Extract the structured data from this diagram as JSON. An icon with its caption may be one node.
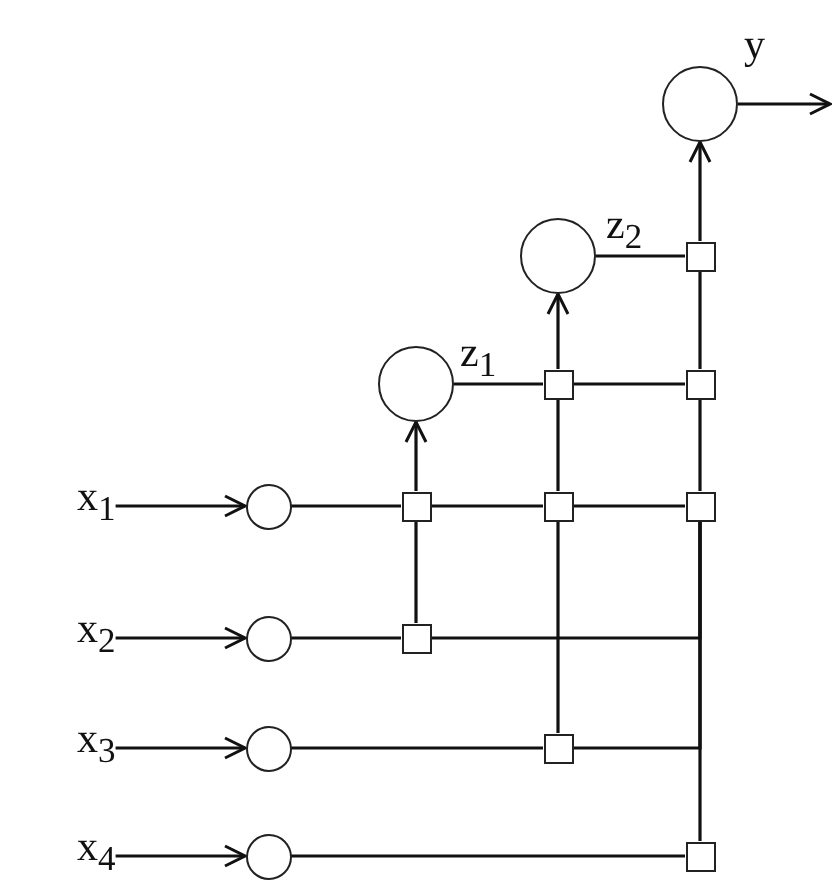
{
  "diagram": {
    "nodes": [
      {
        "text": [],
        "shape": "circle",
        "beside": [
          "y"
        ]
      },
      {
        "text": [],
        "shape": "circle",
        "beside": [
          "z$_{2}$"
        ]
      },
      {
        "text": [],
        "shape": "box"
      },
      {
        "text": [],
        "shape": "circle",
        "beside": [
          "z$_{1}$"
        ]
      },
      {
        "text": [],
        "shape": "box"
      },
      {
        "text": [],
        "shape": "box"
      },
      {
        "text": [
          "x$_{1}$"
        ]
      },
      {
        "text": [],
        "shape": "circle"
      },
      {
        "text": [],
        "shape": "box"
      },
      {
        "text": [],
        "shape": "box"
      },
      {
        "text": [],
        "shape": "box"
      },
      {
        "text": [
          "x$_{2}$"
        ]
      },
      {
        "text": [],
        "shape": "circle"
      },
      {
        "text": [],
        "shape": "box"
      },
      {
        "text": [
          "x$_{3}$"
        ]
      },
      {
        "text": [],
        "shape": "circle"
      },
      {
        "text": [],
        "shape": "box"
      },
      {
        "text": [
          "x$_{4}$"
        ]
      },
      {
        "text": [],
        "shape": "circle"
      },
      {
        "text": [],
        "shape": "box"
      }
    ],
    "edges": [
      {
        "from": 6,
        "to": 7,
        "arrow": "to"
      },
      {
        "from": 11,
        "to": 12,
        "arrow": "to"
      },
      {
        "from": 14,
        "to": 15,
        "arrow": "to"
      },
      {
        "from": 17,
        "to": 18,
        "arrow": "to"
      },
      {
        "from": 7,
        "to": 8,
        "arrow": "none"
      },
      {
        "from": 8,
        "to": 9,
        "arrow": "none"
      },
      {
        "from": 9,
        "to": 10,
        "arrow": "none"
      },
      {
        "from": 12,
        "to": 13,
        "arrow": "none"
      },
      {
        "from": 13,
        "to": 10,
        "arrow": "none"
      },
      {
        "from": 15,
        "to": 16,
        "arrow": "none"
      },
      {
        "from": 16,
        "to": 10,
        "arrow": "none"
      },
      {
        "from": 18,
        "to": 19,
        "arrow": "none"
      },
      {
        "from": 13,
        "to": 8,
        "arrow": "none"
      },
      {
        "from": 8,
        "to": 3,
        "arrow": "to"
      },
      {
        "from": 16,
        "to": 9,
        "arrow": "none"
      },
      {
        "from": 9,
        "to": 4,
        "arrow": "none"
      },
      {
        "from": 4,
        "to": 1,
        "arrow": "to"
      },
      {
        "from": 19,
        "to": 10,
        "arrow": "none"
      },
      {
        "from": 10,
        "to": 5,
        "arrow": "none"
      },
      {
        "from": 5,
        "to": 2,
        "arrow": "none"
      },
      {
        "from": 2,
        "to": 0,
        "arrow": "to"
      },
      {
        "from": 3,
        "to": 4,
        "arrow": "none"
      },
      {
        "from": 4,
        "to": 5,
        "arrow": "none"
      },
      {
        "from": 1,
        "to": 2,
        "arrow": "none"
      },
      {
        "from": 0,
        "to": null,
        "arrow": "to"
      }
    ]
  }
}
